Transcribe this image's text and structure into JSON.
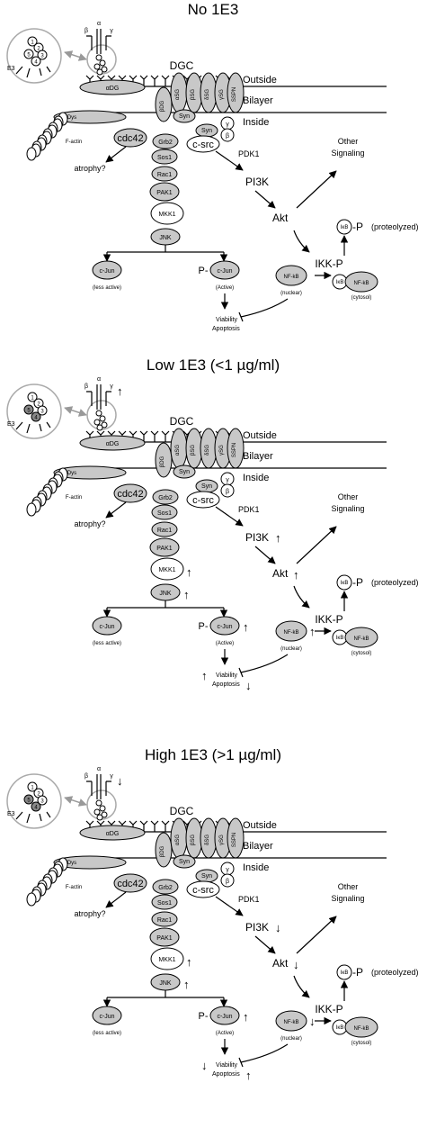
{
  "panels": [
    {
      "title": "No 1E3",
      "arrows": {}
    },
    {
      "title": "Low 1E3 (<1 µg/ml)",
      "arrows": {
        "receptor": "up",
        "mkk1": "up",
        "jnk": "up",
        "pcjun": "up",
        "pi3k": "up",
        "akt": "up",
        "nfkb": "up",
        "viability": "up",
        "apoptosis": "down"
      }
    },
    {
      "title": "High 1E3 (>1 µg/ml)",
      "arrows": {
        "receptor": "down",
        "mkk1": "up",
        "jnk": "up",
        "pcjun": "up",
        "pi3k": "down",
        "akt": "down",
        "nfkb": "down",
        "viability": "down",
        "apoptosis": "up"
      }
    }
  ],
  "labels": {
    "e3": "E3",
    "alpha": "α",
    "beta": "β",
    "gamma": "γ",
    "dgc": "DGC",
    "outside": "Outside",
    "bilayer": "Bilayer",
    "inside": "Inside",
    "adg": "αDG",
    "bdg": "βDG",
    "asg": "αSG",
    "bsg": "βSG",
    "dsg": "δSG",
    "gsg": "γSG",
    "sspn": "SSPN",
    "syn": "Syn",
    "dys": "Dys",
    "factin": "F-actin",
    "cdc42": "cdc42",
    "grb2": "Grb2",
    "csrc": "c-src",
    "sos1": "Sos1",
    "rac1": "Rac1",
    "pak1": "PAK1",
    "mkk1": "MKK1",
    "jnk": "JNK",
    "cjun": "c-Jun",
    "p": "P-",
    "less_active": "(less active)",
    "active": "(Active)",
    "atrophy": "atrophy?",
    "pdk1": "PDK1",
    "pi3k": "PI3K",
    "akt": "Akt",
    "other_signaling": "Other\nSignaling",
    "ikkp": "IKK-P",
    "ikb": "IκB",
    "ikbp_suffix": "-P",
    "proteolyzed": "(proteolyzed)",
    "nfkb": "NF-kB",
    "nuclear": "(nuclear)",
    "cytosol": "(cytosol)",
    "viability": "Viability",
    "apoptosis": "Apoptosis",
    "domain_numbers": [
      "1",
      "2",
      "3",
      "4",
      "5"
    ]
  },
  "colors": {
    "node_fill": "#c8c8c8",
    "gray_arrow": "#999999",
    "line": "#000000"
  }
}
